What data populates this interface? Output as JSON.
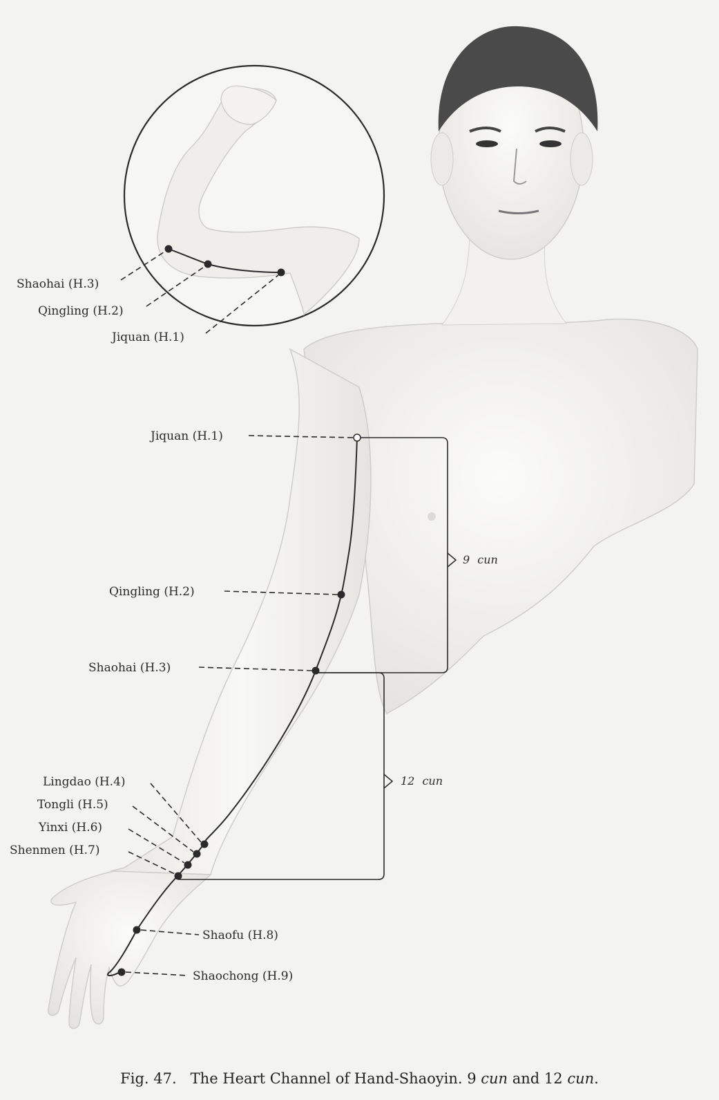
{
  "figure": {
    "caption_prefix": "Fig. 47.",
    "caption_title": "The Heart Channel of Hand-Shaoyin. 9 ",
    "caption_cun1": "cun",
    "caption_and": " and 12 ",
    "caption_cun2": "cun",
    "caption_end": "."
  },
  "inset_labels": [
    {
      "id": "shaohai",
      "text": "Shaohai  (H.3)"
    },
    {
      "id": "qingling",
      "text": "Qingling  (H.2)"
    },
    {
      "id": "jiquan",
      "text": "Jiquan  (H.1)"
    }
  ],
  "main_labels": [
    {
      "id": "jiquan",
      "text": "Jiquan  (H.1)"
    },
    {
      "id": "qingling",
      "text": "Qingling  (H.2)"
    },
    {
      "id": "shaohai",
      "text": "Shaohai  (H.3)"
    },
    {
      "id": "lingdao",
      "text": "Lingdao  (H.4)"
    },
    {
      "id": "tongli",
      "text": "Tongli  (H.5)"
    },
    {
      "id": "yinxi",
      "text": "Yinxi  (H.6)"
    },
    {
      "id": "shenmen",
      "text": "Shenmen  (H.7)"
    },
    {
      "id": "shaofu",
      "text": "Shaofu  (H.8)"
    },
    {
      "id": "shaochong",
      "text": "Shaochong  (H.9)"
    }
  ],
  "measurements": [
    {
      "id": "upper-arm",
      "value": "9",
      "unit": "cun"
    },
    {
      "id": "forearm",
      "value": "12",
      "unit": "cun"
    }
  ],
  "colors": {
    "ink": "#2a2a2a",
    "skin_shadow": "#d8d6d2",
    "hair": "#3a3a3a"
  }
}
